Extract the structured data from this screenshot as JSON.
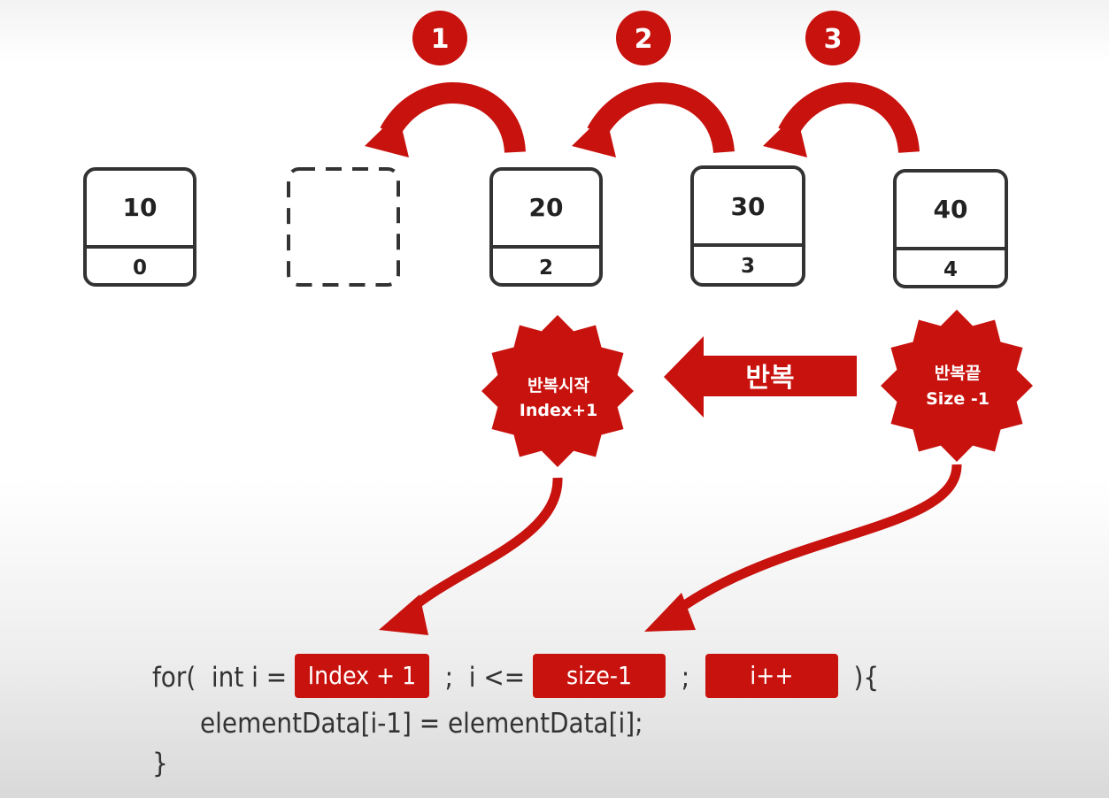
{
  "colors": {
    "accent": "#c8120e",
    "box_stroke": "#333333",
    "text": "#333333"
  },
  "boxes": [
    {
      "value": "10",
      "index": "0",
      "empty": false
    },
    {
      "value": "",
      "index": "",
      "empty": true
    },
    {
      "value": "20",
      "index": "2",
      "empty": false
    },
    {
      "value": "30",
      "index": "3",
      "empty": false
    },
    {
      "value": "40",
      "index": "4",
      "empty": false
    }
  ],
  "steps": [
    "1",
    "2",
    "3"
  ],
  "start_burst": {
    "line1": "반복시작",
    "line2": "Index+1"
  },
  "end_burst": {
    "line1": "반복끝",
    "line2": "Size -1"
  },
  "repeat_arrow": {
    "label": "반복"
  },
  "code": {
    "for_prefix": "for(  int i = ",
    "init": "Index + 1",
    "sep1": "  ;  i <= ",
    "cond": "size-1",
    "sep2": "  ;  ",
    "incr": "i++",
    "for_suffix": "  ){",
    "body": "elementData[i-1] = elementData[i];",
    "close": "}"
  }
}
